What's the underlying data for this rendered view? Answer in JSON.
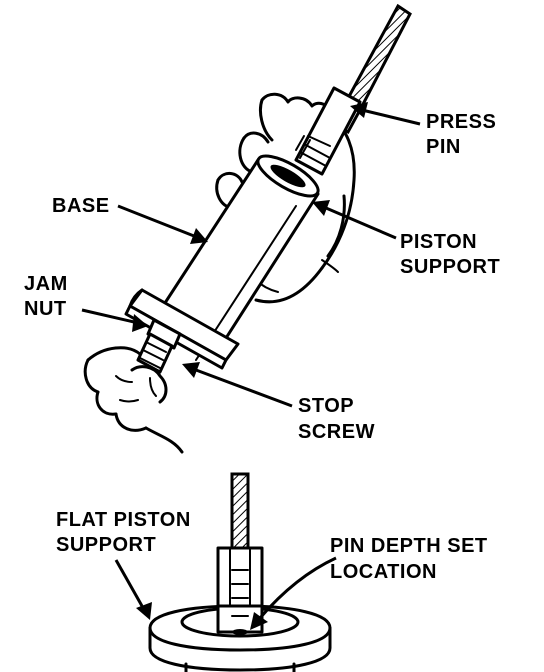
{
  "labels": {
    "press_pin_1": "PRESS",
    "press_pin_2": "PIN",
    "base": "BASE",
    "piston_support_1": "PISTON",
    "piston_support_2": "SUPPORT",
    "jam_nut_1": "JAM",
    "jam_nut_2": "NUT",
    "stop_screw_1": "STOP",
    "stop_screw_2": "SCREW",
    "flat_piston_support_1": "FLAT PISTON",
    "flat_piston_support_2": "SUPPORT",
    "pin_depth_set_1": "PIN DEPTH SET",
    "pin_depth_set_2": "LOCATION"
  }
}
